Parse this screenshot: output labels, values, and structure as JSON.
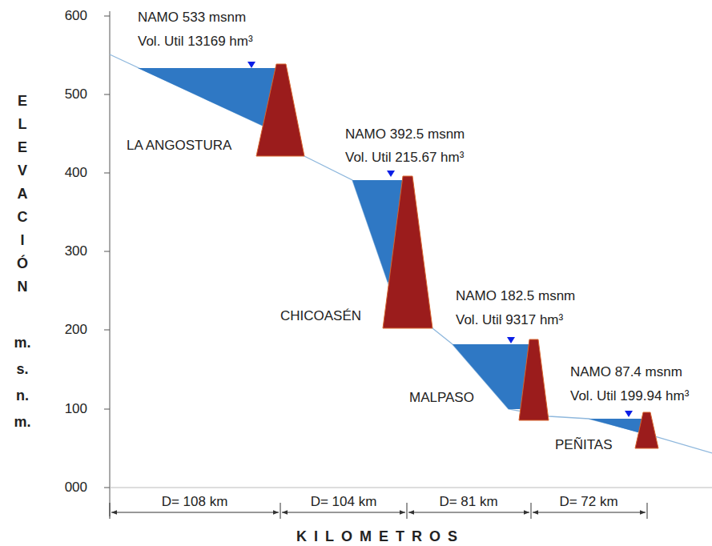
{
  "diagram": {
    "labels": [
      "NAMO 533 msnm",
      "Vol. Util 13169 hm³",
      "LA ANGOSTURA",
      "NAMO 392.5 msnm",
      "Vol. Util 215.67 hm³",
      "CHICOASÉN",
      "NAMO 182.5 msnm",
      "Vol. Util 9317 hm³",
      "MALPASO",
      "NAMO 87.4 msnm",
      "Vol. Util 199.94 hm³",
      "PEÑITAS",
      "600",
      "500",
      "400",
      "300",
      "200",
      "100",
      "000",
      "ELEVACIÓN",
      "m.s.n.m.",
      "D= 108 km",
      "D= 104 km",
      "D= 81 km",
      "D= 72 km",
      "KILOMETROS"
    ]
  }
}
